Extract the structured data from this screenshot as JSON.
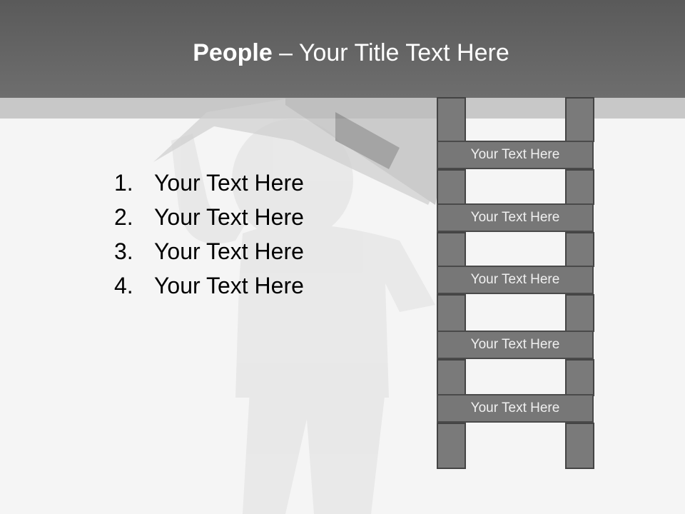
{
  "slide": {
    "title_bold": "People",
    "title_rest": " – Your Title Text Here"
  },
  "list": {
    "items": [
      {
        "number": "1.",
        "text": "Your Text Here"
      },
      {
        "number": "2.",
        "text": "Your Text Here"
      },
      {
        "number": "3.",
        "text": "Your Text Here"
      },
      {
        "number": "4.",
        "text": "Your Text Here"
      }
    ]
  },
  "ladder": {
    "rungs": [
      {
        "label": "Your Text Here"
      },
      {
        "label": "Your Text Here"
      },
      {
        "label": "Your Text Here"
      },
      {
        "label": "Your Text Here"
      },
      {
        "label": "Your Text Here"
      }
    ]
  },
  "colors": {
    "header": "#5a5a5a",
    "band": "#c8c8c8",
    "ladder": "#7a7a7a"
  }
}
